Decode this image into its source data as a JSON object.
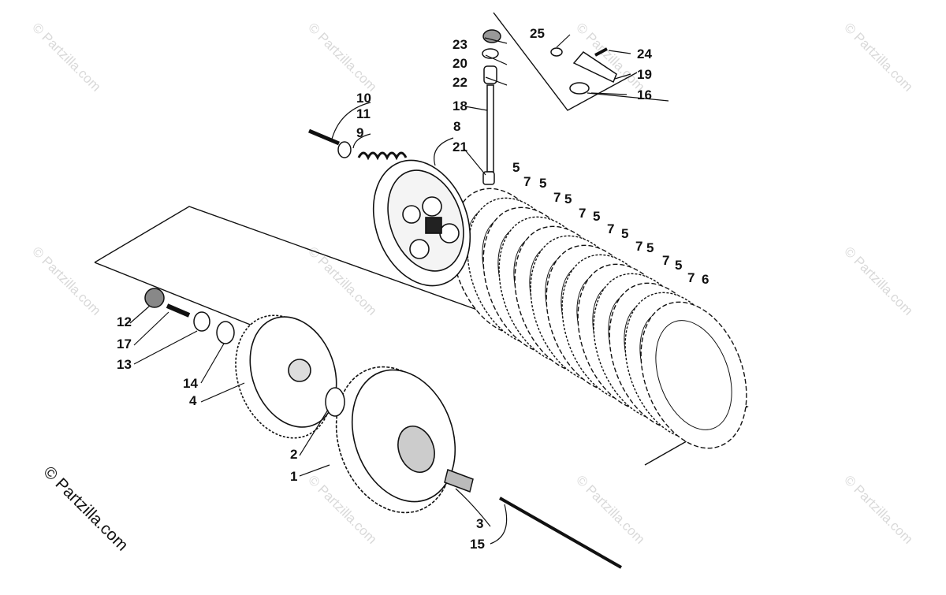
{
  "watermark": "© Partzilla.com",
  "copyright": "© Partzilla.com",
  "callouts": [
    "1",
    "2",
    "3",
    "4",
    "5",
    "6",
    "7",
    "8",
    "9",
    "10",
    "11",
    "12",
    "13",
    "14",
    "15",
    "16",
    "17",
    "18",
    "19",
    "20",
    "21",
    "22",
    "23",
    "24",
    "25"
  ]
}
